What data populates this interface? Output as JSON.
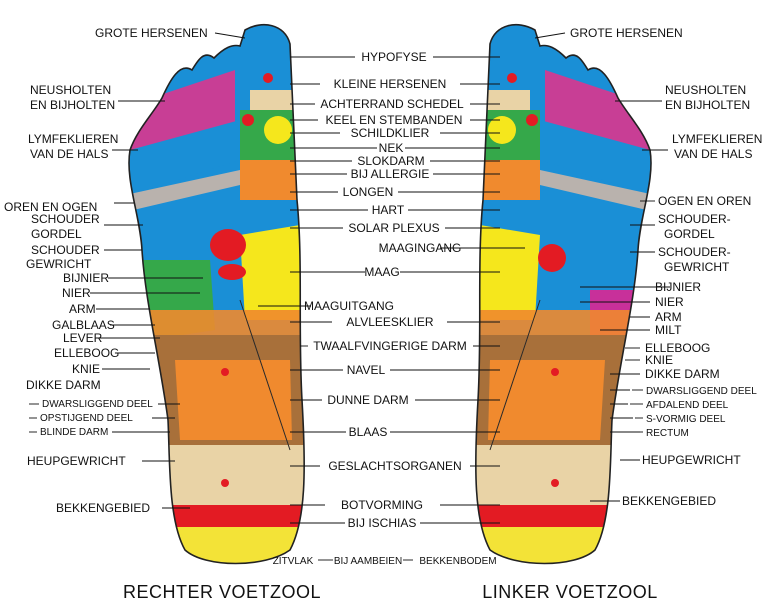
{
  "titles": {
    "right_foot": "RECHTER VOETZOOL",
    "left_foot": "LINKER VOETZOOL"
  },
  "labels": {
    "grote_hersenen": "GROTE HERSENEN",
    "hypofyse": "HYPOFYSE",
    "kleine_hersenen": "KLEINE HERSENEN",
    "achterrand_schedel": "ACHTERRAND SCHEDEL",
    "keel_en_stembanden": "KEEL EN STEMBANDEN",
    "schildklier": "SCHILDKLIER",
    "nek": "NEK",
    "slokdarm": "SLOKDARM",
    "bij_allergie": "BIJ ALLERGIE",
    "longen": "LONGEN",
    "hart": "HART",
    "solar_plexus": "SOLAR PLEXUS",
    "maagingang": "MAAGINGANG",
    "maag": "MAAG",
    "maaguitgang": "MAAGUITGANG",
    "alvleesklier": "ALVLEESKLIER",
    "twaalfvingerige_darm": "TWAALFVINGERIGE DARM",
    "navel": "NAVEL",
    "dunne_darm": "DUNNE DARM",
    "blaas": "BLAAS",
    "geslachtsorganen": "GESLACHTSORGANEN",
    "botvorming": "BOTVORMING",
    "bij_ischias": "BIJ ISCHIAS",
    "zitvlak": "ZITVLAK",
    "bij_aambeien": "BIJ AAMBEIEN",
    "bekkenbodem": "BEKKENBODEM",
    "neusholten_1": "NEUSHOLTEN",
    "neusholten_2": "EN BIJHOLTEN",
    "lymfeklieren_1": "LYMFEKLIEREN",
    "lymfeklieren_2": "VAN DE HALS",
    "oren_en_ogen": "OREN EN OGEN",
    "ogen_en_oren": "OGEN EN OREN",
    "schouder": "SCHOUDER",
    "gordel": "GORDEL",
    "schouder_gordel_right": "SCHOUDER-",
    "gewricht": "GEWRICHT",
    "schouder_gewricht_right": "SCHOUDER-",
    "bijnier": "BIJNIER",
    "nier": "NIER",
    "arm": "ARM",
    "galblaas": "GALBLAAS",
    "lever": "LEVER",
    "milt": "MILT",
    "elleboog": "ELLEBOOG",
    "knie": "KNIE",
    "dikke_darm": "DIKKE DARM",
    "dwarsliggend_deel": "DWARSLIGGEND DEEL",
    "opstijgend_deel": "OPSTIJGEND DEEL",
    "blinde_darm": "BLINDE DARM",
    "afdalend_deel": "AFDALEND DEEL",
    "s_vormig_deel": "S-VORMIG DEEL",
    "rectum": "RECTUM",
    "heupgewricht": "HEUPGEWRICHT",
    "bekkengebied": "BEKKENGEBIED"
  },
  "colors": {
    "blue": "#1a8fd6",
    "pink": "#e8308a",
    "red": "#e31b23",
    "yellow": "#f5e71c",
    "green": "#35a84a",
    "orange": "#f08a2e",
    "brown": "#a8703a",
    "tan": "#e9d3a6",
    "grey": "#b9b2ad",
    "magenta": "#c8309a"
  }
}
